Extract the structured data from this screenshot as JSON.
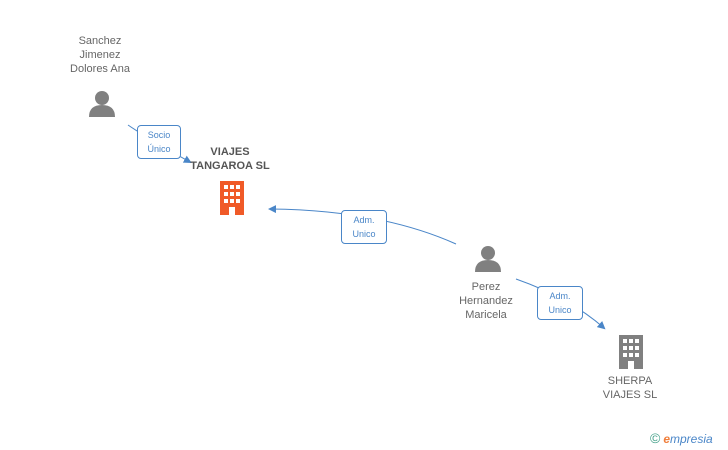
{
  "nodes": {
    "person_sanchez": {
      "label": "Sanchez\nJimenez\nDolores Ana",
      "type": "person"
    },
    "company_viajes": {
      "label": "VIAJES\nTANGAROA SL",
      "type": "company",
      "highlight_color": "#f05a28"
    },
    "person_perez": {
      "label": "Perez\nHernandez\nMaricela",
      "type": "person"
    },
    "company_sherpa": {
      "label": "SHERPA\nVIAJES SL",
      "type": "company"
    }
  },
  "edges": [
    {
      "from": "person_sanchez",
      "to": "company_viajes",
      "label": "Socio\nÚnico"
    },
    {
      "from": "person_perez",
      "to": "company_viajes",
      "label": "Adm.\nUnico"
    },
    {
      "from": "person_perez",
      "to": "company_sherpa",
      "label": "Adm.\nUnico"
    }
  ],
  "colors": {
    "edge": "#4a86c8",
    "person_icon": "#808080",
    "company_icon": "#808080"
  },
  "brand": {
    "copyright": "©",
    "e": "e",
    "rest": "mpresia"
  }
}
